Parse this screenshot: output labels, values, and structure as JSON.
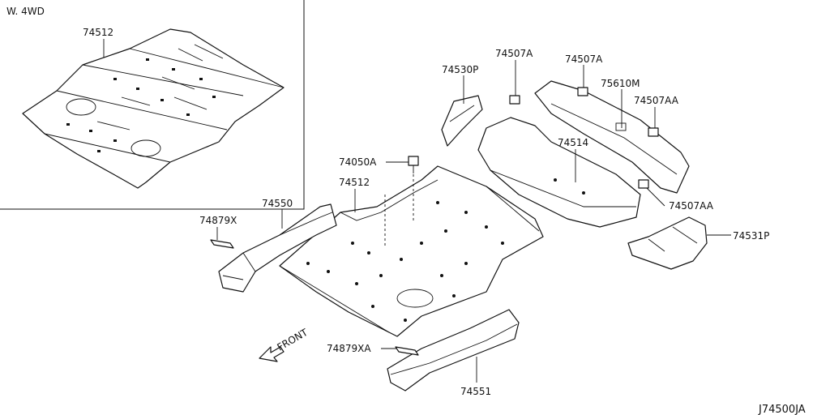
{
  "inset": {
    "variant": "W. 4WD",
    "part_number": "74512"
  },
  "labels": {
    "p74507a_1": "74507A",
    "p74507a_2": "74507A",
    "p74530p": "74530P",
    "p75610m": "75610M",
    "p74507aa_1": "74507AA",
    "p74514": "74514",
    "p74050a": "74050A",
    "p74512": "74512",
    "p74550": "74550",
    "p74879x": "74879X",
    "p74507aa_2": "74507AA",
    "p74531p": "74531P",
    "p74879xa": "74879XA",
    "p74551": "74551"
  },
  "front_marker": "FRONT",
  "diagram_id": "J74500JA"
}
